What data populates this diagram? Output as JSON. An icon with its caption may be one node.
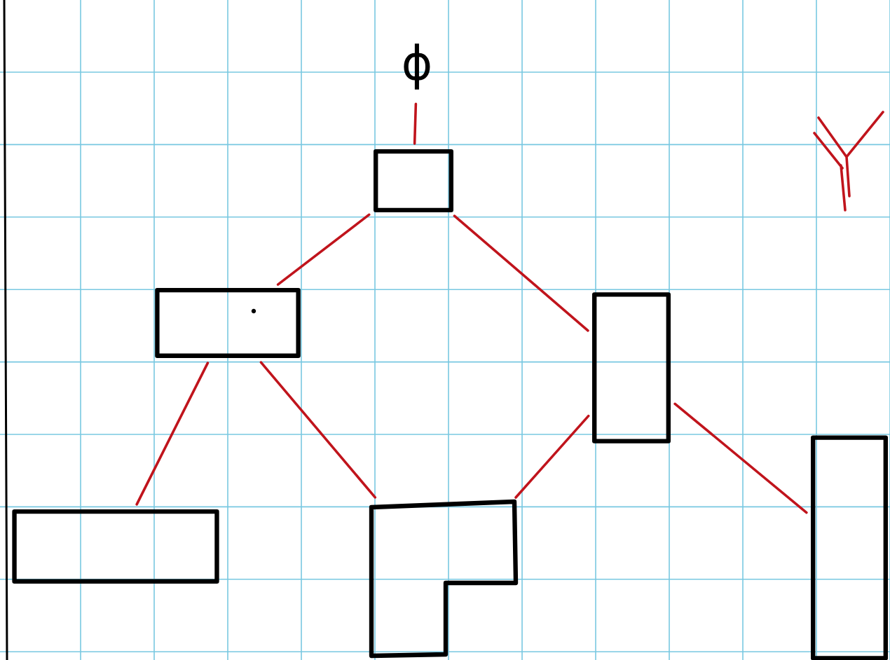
{
  "diagram": {
    "nodes": [
      {
        "text": [
          "ϕ"
        ]
      },
      {
        "text": [],
        "shape": "box"
      },
      {
        "text": [],
        "shape": "box"
      },
      {
        "text": [],
        "shape": "box"
      },
      {
        "text": [],
        "shape": "box"
      },
      {
        "text": [],
        "shape": "box"
      },
      {
        "text": [],
        "shape": "box"
      }
    ],
    "edges": [
      {
        "from": 0,
        "to": 1,
        "arrow": "none"
      },
      {
        "from": 1,
        "to": 2,
        "arrow": "none"
      },
      {
        "from": 1,
        "to": 3,
        "arrow": "none"
      },
      {
        "from": 2,
        "to": 4,
        "arrow": "none"
      },
      {
        "from": 2,
        "to": 5,
        "arrow": "none"
      },
      {
        "from": 3,
        "to": 5,
        "arrow": "none"
      },
      {
        "from": 3,
        "to": 6,
        "arrow": "none"
      }
    ]
  }
}
